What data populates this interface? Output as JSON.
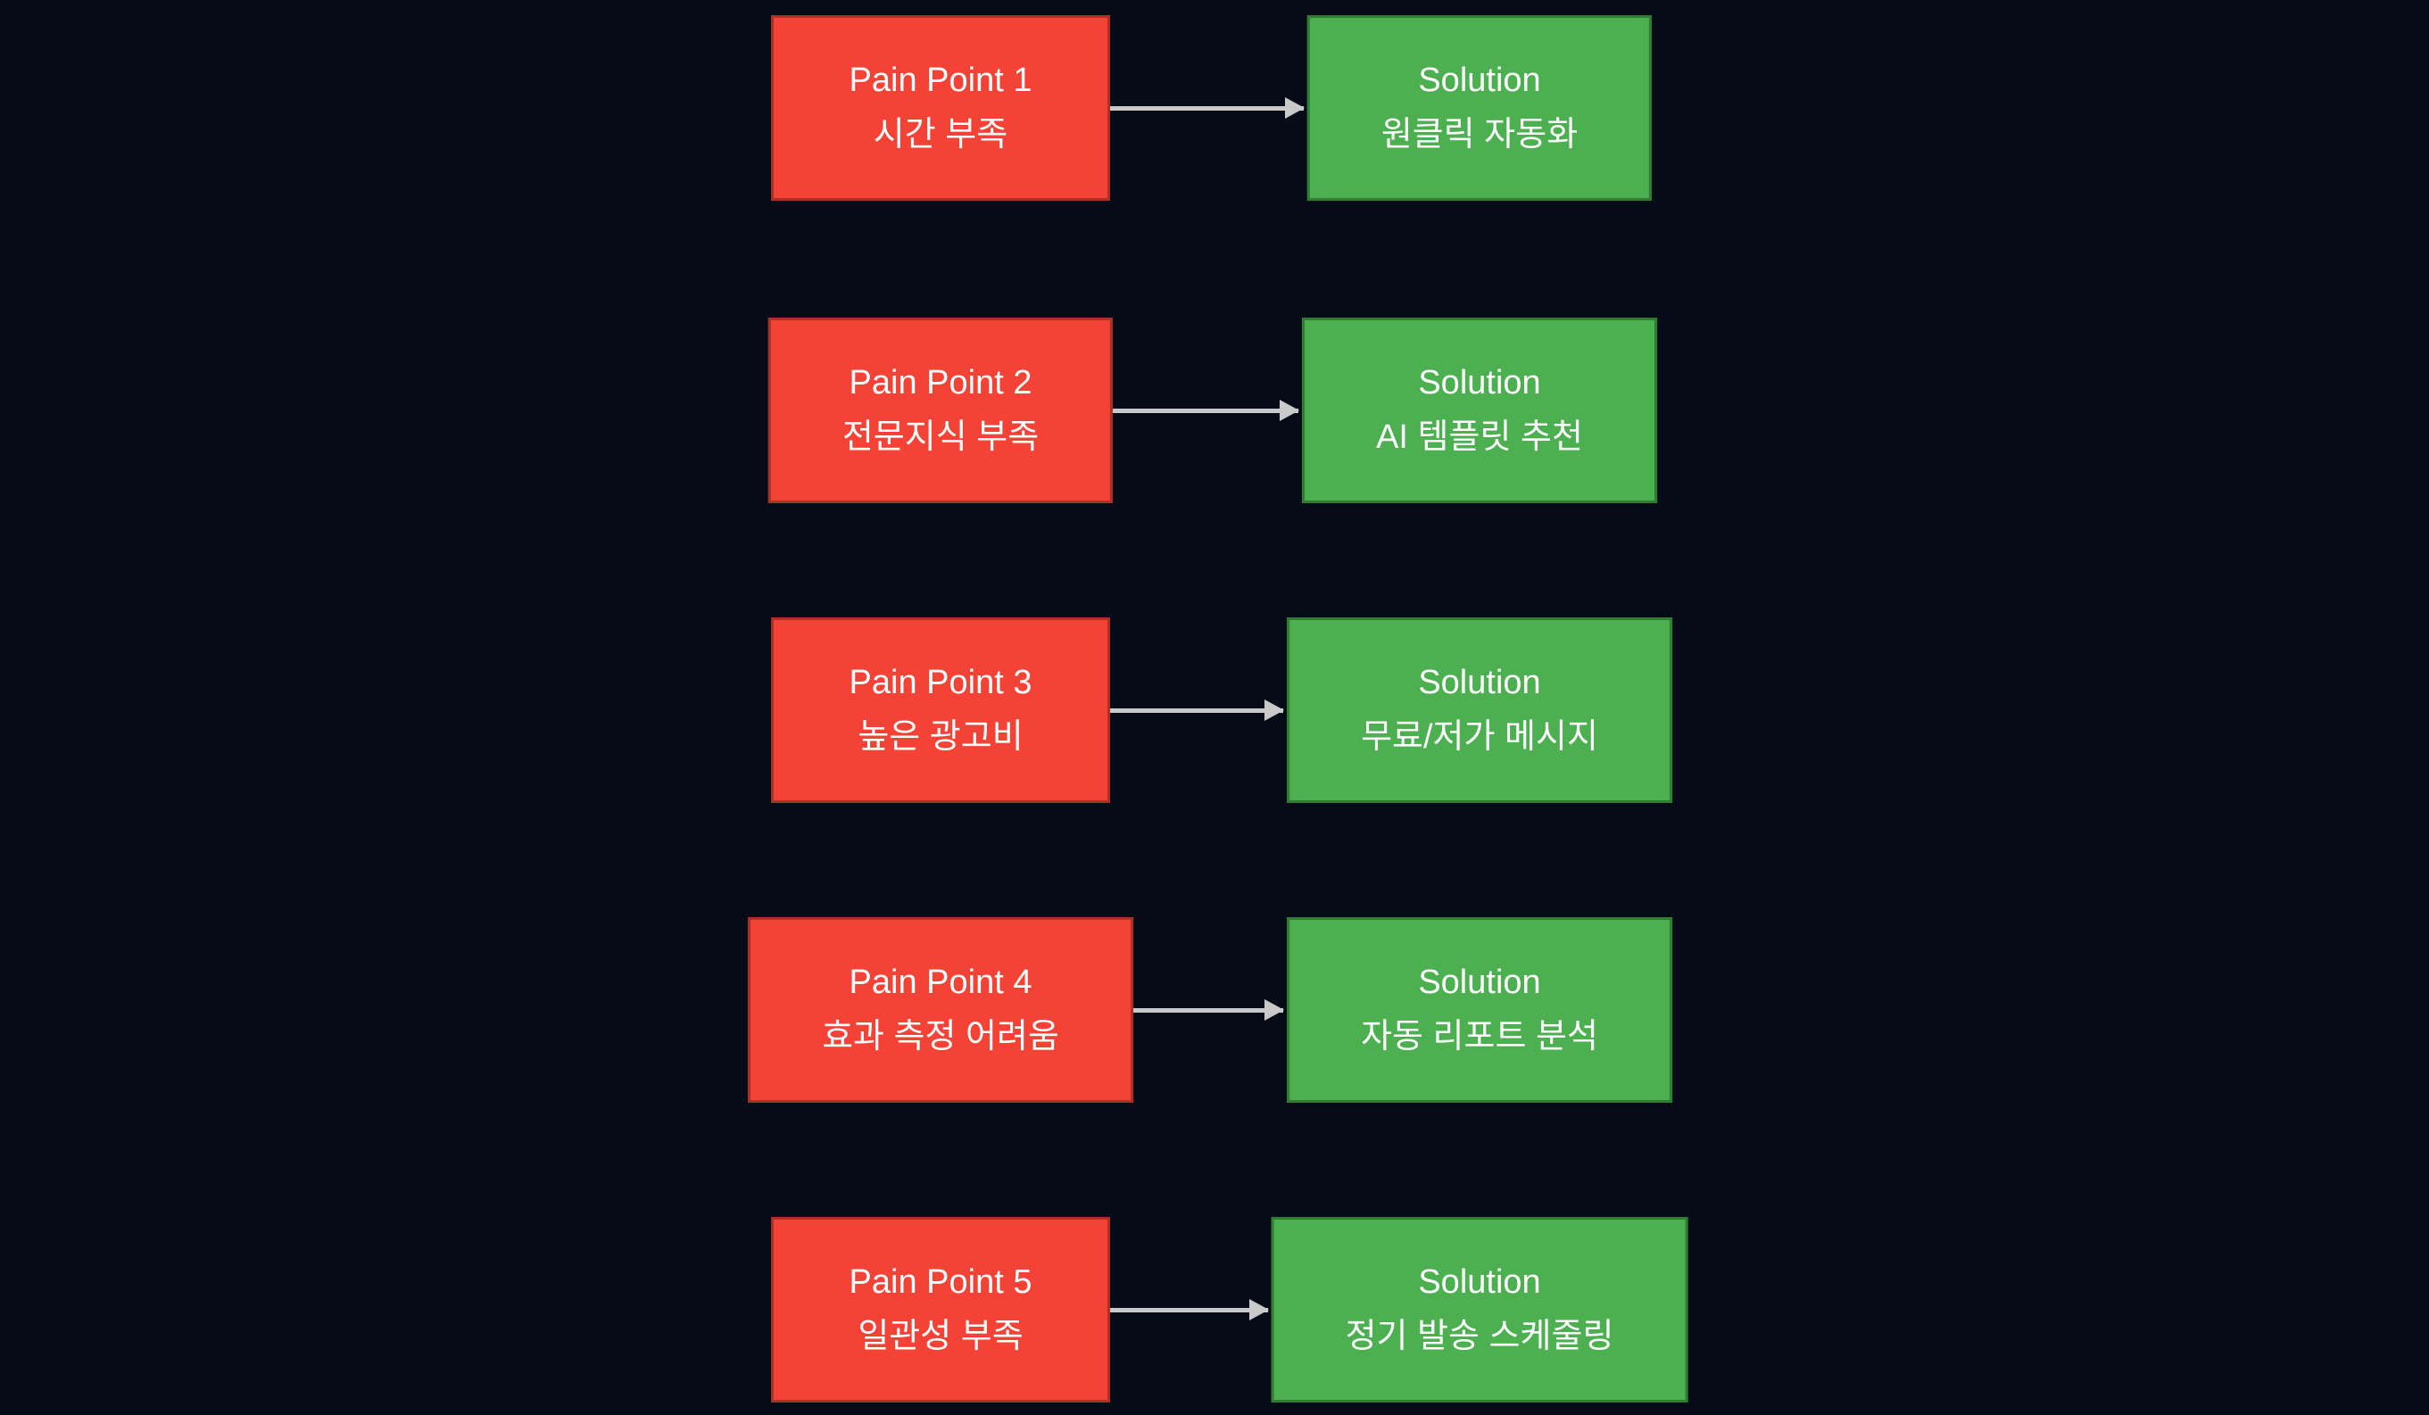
{
  "diagram": {
    "background_color": "#050b17",
    "pain_fill_color": "#f44336",
    "pain_border_color": "#a93226",
    "solution_fill_color": "#4caf50",
    "solution_border_color": "#2e7d32",
    "text_color": "#ffffff",
    "arrow_color": "#c9c9c9",
    "rows": [
      {
        "pain_title": "Pain Point 1",
        "pain_text": "시간 부족",
        "solution_title": "Solution",
        "solution_text": "원클릭 자동화"
      },
      {
        "pain_title": "Pain Point 2",
        "pain_text": "전문지식 부족",
        "solution_title": "Solution",
        "solution_text": "AI 템플릿 추천"
      },
      {
        "pain_title": "Pain Point 3",
        "pain_text": "높은 광고비",
        "solution_title": "Solution",
        "solution_text": "무료/저가 메시지"
      },
      {
        "pain_title": "Pain Point 4",
        "pain_text": "효과 측정 어려움",
        "solution_title": "Solution",
        "solution_text": "자동 리포트 분석"
      },
      {
        "pain_title": "Pain Point 5",
        "pain_text": "일관성 부족",
        "solution_title": "Solution",
        "solution_text": "정기 발송 스케줄링"
      }
    ]
  }
}
